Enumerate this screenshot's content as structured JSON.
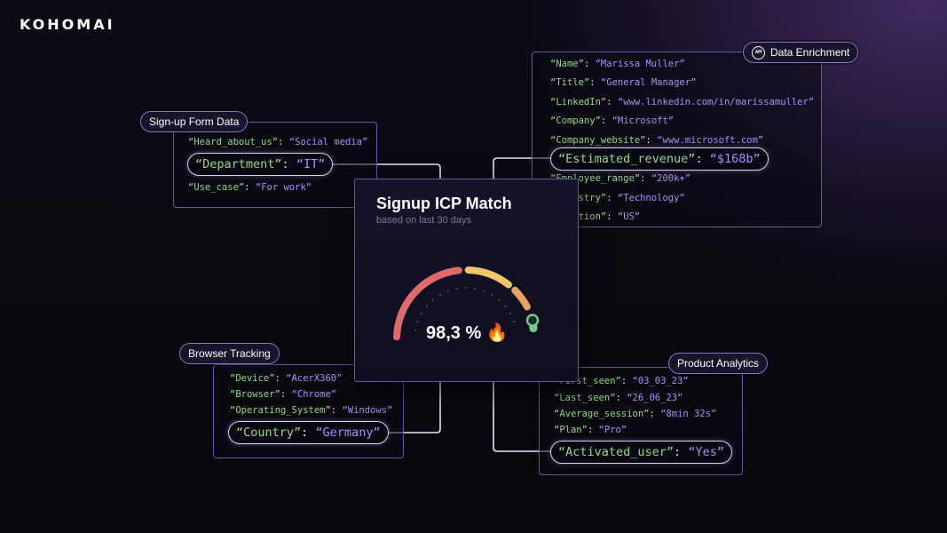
{
  "brand": "KOHOMAI",
  "signup_form": {
    "label": "Sign-up Form Data",
    "rows": [
      {
        "key": "“Heard_about_us”",
        "value": "“Social media”"
      },
      {
        "key": "“Department”",
        "value": "“IT”"
      },
      {
        "key": "“Use_case”",
        "value": "“For work”"
      }
    ]
  },
  "data_enrichment": {
    "label": "Data Enrichment",
    "icon": "api-icon",
    "rows": [
      {
        "key": "“Name”",
        "value": "“Marissa Muller”"
      },
      {
        "key": "“Title”",
        "value": "“General Manager”"
      },
      {
        "key": "“LinkedIn”",
        "value": "“www.linkedin.com/in/marissamuller”"
      },
      {
        "key": "“Company”",
        "value": "“Microsoft”"
      },
      {
        "key": "“Company_website”",
        "value": "“www.microsoft.com”"
      },
      {
        "key": "“Estimated_revenue”",
        "value": "“$168b”"
      },
      {
        "key": "“Employee_range”",
        "value": "“200k+”"
      },
      {
        "key": "“Industry”",
        "value": "“Technology”"
      },
      {
        "key": "“Location”",
        "value": "“US”"
      }
    ]
  },
  "browser_tracking": {
    "label": "Browser Tracking",
    "rows": [
      {
        "key": "“Device”",
        "value": "“AcerX360”"
      },
      {
        "key": "“Browser”",
        "value": "“Chrome”"
      },
      {
        "key": "“Operating_System”",
        "value": "“Windows”"
      },
      {
        "key": "“Country”",
        "value": "“Germany”"
      }
    ]
  },
  "product_analytics": {
    "label": "Product Analytics",
    "rows": [
      {
        "key": "“First_seen”",
        "value": "“03_03_23”"
      },
      {
        "key": "“Last_seen”",
        "value": "“26_06_23”"
      },
      {
        "key": "“Average_session”",
        "value": "“8min 32s”"
      },
      {
        "key": "“Plan”",
        "value": "“Pro”"
      },
      {
        "key": "“Activated_user”",
        "value": "“Yes”"
      }
    ]
  },
  "icp_match": {
    "title": "Signup ICP Match",
    "subtitle": "based on last 30 days",
    "value_text": "98,3 % 🔥",
    "value_percent": 98.3
  },
  "colors": {
    "key_green": "#93d98a",
    "value_purple": "#a98ff7",
    "border_purple": "#6c55a8",
    "gauge_red": "#e06a6a",
    "gauge_yellow": "#f0c766",
    "gauge_orange": "#e8a45f",
    "gauge_green": "#74c98c"
  }
}
